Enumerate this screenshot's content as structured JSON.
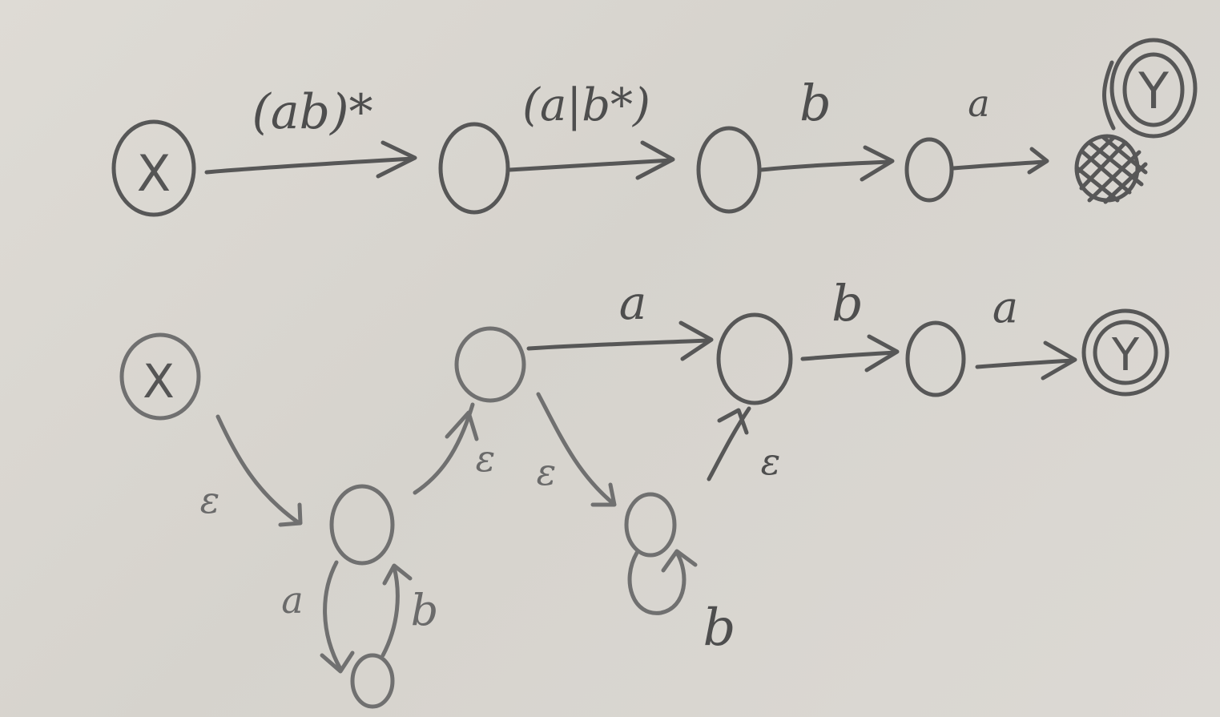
{
  "ink_color": "#575757",
  "paper_color": "#d9d6d0",
  "top_diagram": {
    "start_state": "X",
    "final_state": "Y",
    "edge_labels": [
      "(ab)*",
      "(a|b*)",
      "b",
      "a"
    ]
  },
  "bottom_diagram": {
    "start_state": "X",
    "final_state": "Y",
    "edge_labels": {
      "x_to_loop": "ε",
      "loop_down": "a",
      "loop_up": "b",
      "loop_to_branch": "ε",
      "branch_to_bloop": "ε",
      "bloop_self": "b",
      "branch_to_mid": "a",
      "mid_self": "ε",
      "mid_to_next": "b",
      "next_to_final": "a"
    }
  }
}
